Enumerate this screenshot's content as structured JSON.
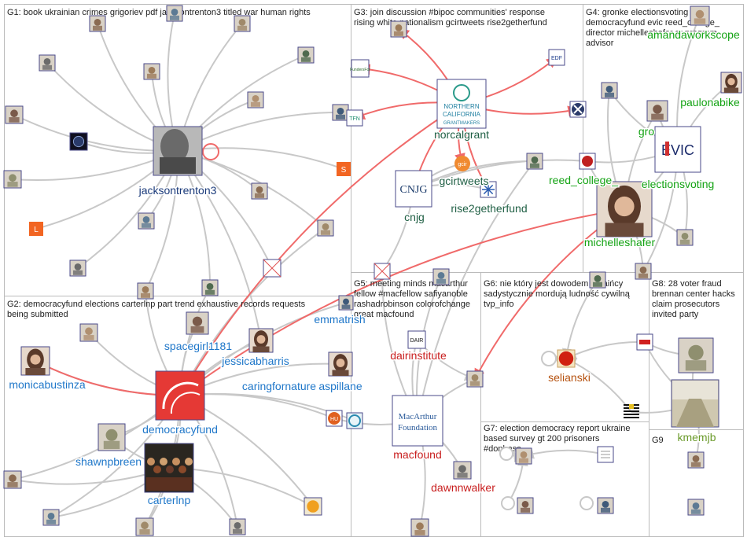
{
  "colors": {
    "g1": "#1a3a7a",
    "g2": "#1f77c9",
    "g3": "#1f5f44",
    "g4": "#14a314",
    "g5": "#c81e1e",
    "g6": "#b5510e",
    "g7": "#9a9a9a",
    "g8": "#3d6b1a",
    "g9": "#6a9a2a",
    "edge": "#c8c8c8",
    "edge_red": "#f06a6a",
    "divider": "#bbbbbb"
  },
  "groups": [
    {
      "id": "G1",
      "lines": [
        "G1: book ukrainian crimes grigoriev pdf jacksontrenton3 titled war human rights"
      ]
    },
    {
      "id": "G2",
      "lines": [
        "G2: democracyfund elections carterlnp part trend exhaustive records requests",
        "being submitted"
      ]
    },
    {
      "id": "G3",
      "lines": [
        "G3: join discussion #bipoc communities' response",
        "rising white nationalism gcirtweets rise2getherfund"
      ]
    },
    {
      "id": "G4",
      "lines": [
        "G4: gronke electionsvoting",
        "democracyfund evic reed_college_",
        "director michelleshafer sr program",
        "advisor"
      ]
    },
    {
      "id": "G5",
      "lines": [
        "G5: meeting minds macarthur",
        "fellow #macfellow safiyanoble",
        "rashadrobinson colorofchange",
        "great macfound"
      ]
    },
    {
      "id": "G6",
      "lines": [
        "G6: nie który jest dowodem ukraińcy",
        "sadystycznie mordują ludność cywilną",
        "tvp_info"
      ]
    },
    {
      "id": "G7",
      "lines": [
        "G7: election democracy report ukraine",
        "based survey gt 200 prisoners",
        "#donbass"
      ]
    },
    {
      "id": "G8",
      "lines": [
        "G8: 28 voter fraud",
        "brennan center hacks",
        "claim prosecutors",
        "invited party"
      ]
    },
    {
      "id": "G9",
      "lines": [
        "G9"
      ]
    }
  ],
  "labels": {
    "jacksontrenton3": "jacksontrenton3",
    "democracyfund": "democracyfund",
    "carterlnp": "carterlnp",
    "shawnpbreen": "shawnpbreen",
    "monicabustinza": "monicabustinza",
    "spacegirl1181": "spacegirl1181",
    "jessicabharris": "jessicabharris",
    "caringfornature": "caringfornature",
    "aspillane": "aspillane",
    "emmatrish": "emmatrish",
    "norcalgrant": "norcalgrant",
    "gcirtweets": "gcirtweets",
    "cnjg": "cnjg",
    "rise2getherfund": "rise2getherfund",
    "reed_college": "reed_college_",
    "electionsvoting": "electionsvoting",
    "michelleshafer": "michelleshafer",
    "paulonabike": "paulonabike",
    "gronke": "gro",
    "amandaworkscope": "amandaworkscope",
    "dairinstitute": "dairinstitute",
    "macfound": "macfound",
    "dawnnwalker": "dawnnwalker",
    "selianski": "selianski",
    "kmemjb": "kmemjb"
  },
  "logos": {
    "norcal": [
      "NORTHERN",
      "CALIFORNIA",
      "GRANTMAKERS"
    ],
    "cnjg": "CNJG",
    "evic": "EVIC",
    "macarthur": [
      "MacArthur",
      "Foundation"
    ],
    "tfn": "TFN",
    "edf": "EDF",
    "funders": "FundersFor",
    "gcir": "gcir",
    "dair": "DAIR",
    "hu": "HU"
  },
  "icons": {
    "default_avatar": "avatar-icon",
    "broken_image": "broken-image-icon",
    "self_loop": "self-loop-icon",
    "orange_s": "S",
    "orange_l": "L"
  }
}
